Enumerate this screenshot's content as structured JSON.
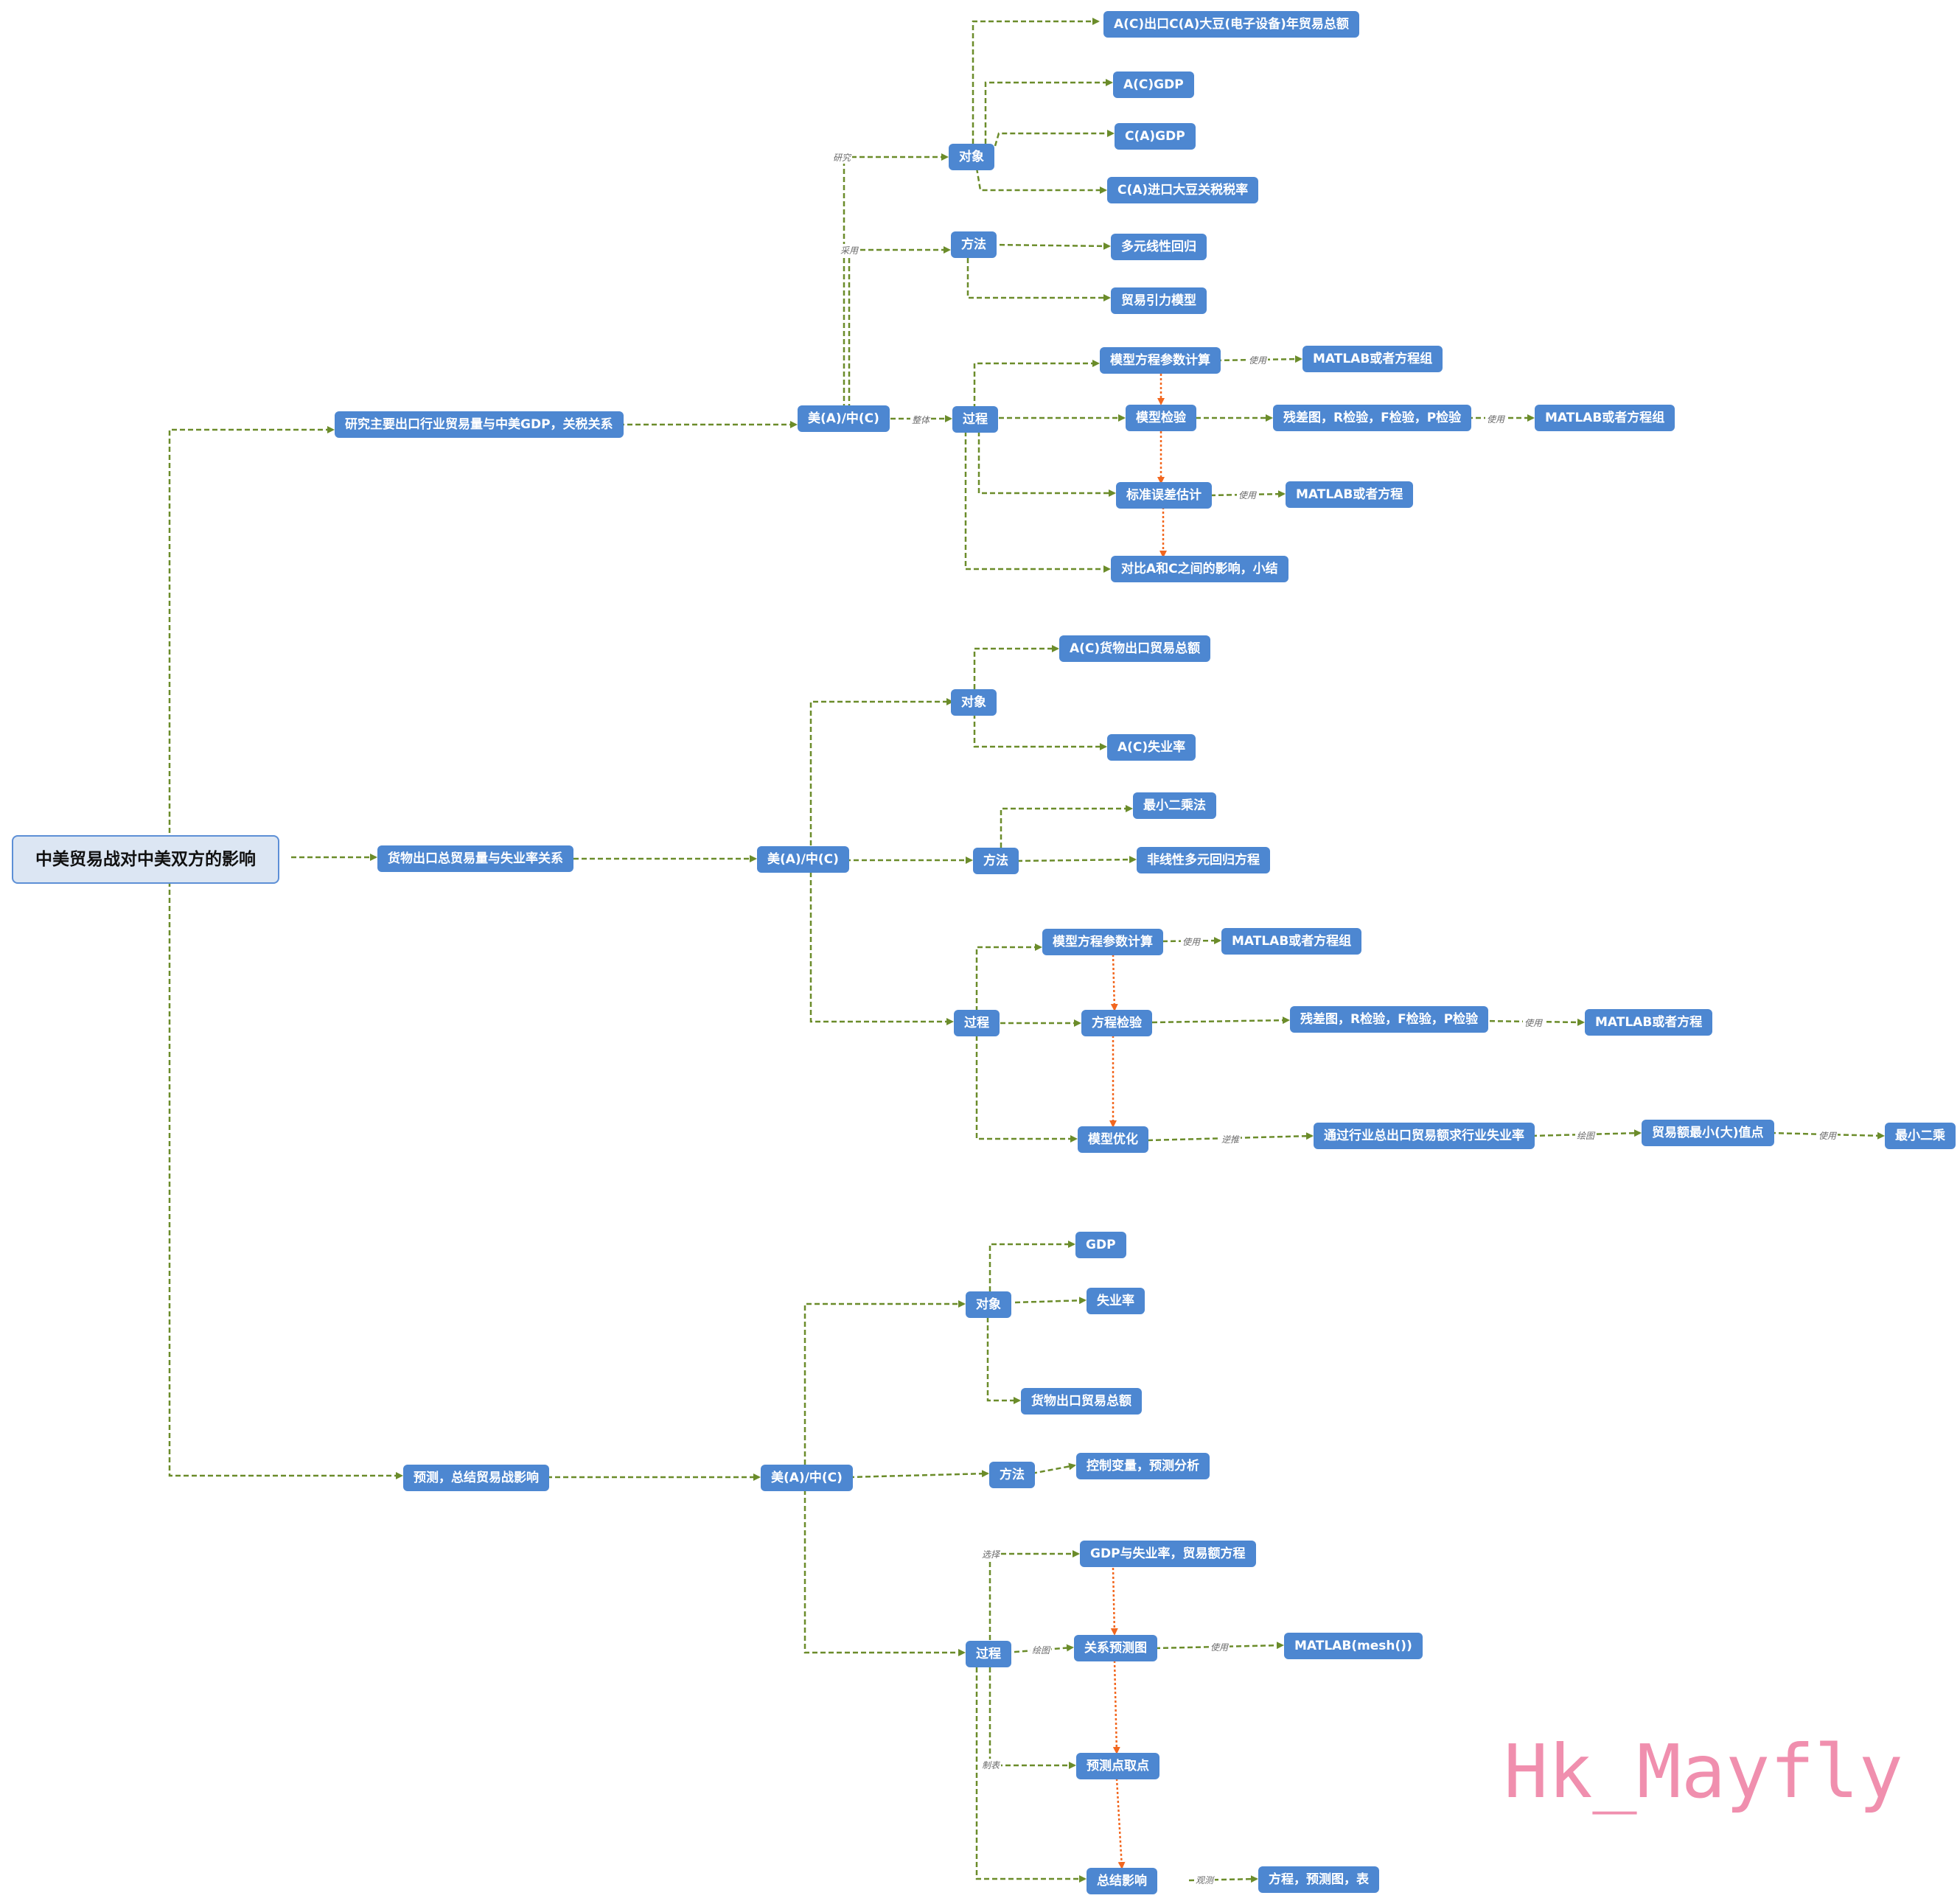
{
  "root": "中美贸易战对中美双方的影响",
  "branch1": {
    "title": "研究主要出口行业贸易量与中美GDP，关税关系",
    "hub": "美(A)/中(C)",
    "object": {
      "label": "对象",
      "items": [
        "A(C)出口C(A)大豆(电子设备)年贸易总额",
        "A(C)GDP",
        "C(A)GDP",
        "C(A)进口大豆关税税率"
      ]
    },
    "method": {
      "label": "方法",
      "items": [
        "多元线性回归",
        "贸易引力模型"
      ]
    },
    "process": {
      "label": "过程",
      "steps": [
        "模型方程参数计算",
        "模型检验",
        "标准误差估计",
        "对比A和C之间的影响，小结"
      ],
      "tool1": "MATLAB或者方程组",
      "tests": "残差图，R检验，F检验，P检验",
      "tool2": "MATLAB或者方程组",
      "tool3": "MATLAB或者方程"
    },
    "edge_labels": {
      "study": "研究",
      "use": "采用",
      "whole": "整体",
      "apply1": "使用",
      "apply2": "使用",
      "apply3": "使用"
    }
  },
  "branch2": {
    "title": "货物出口总贸易量与失业率关系",
    "hub": "美(A)/中(C)",
    "object": {
      "label": "对象",
      "items": [
        "A(C)货物出口贸易总额",
        "A(C)失业率"
      ]
    },
    "method": {
      "label": "方法",
      "items": [
        "最小二乘法",
        "非线性多元回归方程"
      ]
    },
    "process": {
      "label": "过程",
      "steps": [
        "模型方程参数计算",
        "方程检验",
        "模型优化"
      ],
      "tool1": "MATLAB或者方程组",
      "tests": "残差图，R检验，F检验，P检验",
      "tool2": "MATLAB或者方程",
      "reverse": "通过行业总出口贸易额求行业失业率",
      "extreme": "贸易额最小(大)值点",
      "least": "最小二乘"
    },
    "edge_labels": {
      "apply1": "使用",
      "apply2": "使用",
      "reverse": "逆推",
      "plot": "绘图",
      "apply3": "使用"
    }
  },
  "branch3": {
    "title": "预测，总结贸易战影响",
    "hub": "美(A)/中(C)",
    "object": {
      "label": "对象",
      "items": [
        "GDP",
        "失业率",
        "货物出口贸易总额"
      ]
    },
    "method": {
      "label": "方法",
      "items": [
        "控制变量，预测分析"
      ]
    },
    "process": {
      "label": "过程",
      "steps": [
        "GDP与失业率，贸易额方程",
        "关系预测图",
        "预测点取点",
        "总结影响"
      ],
      "tool": "MATLAB(mesh())",
      "output": "方程，预测图，表"
    },
    "edge_labels": {
      "select": "选择",
      "plot": "绘图",
      "draw": "制表",
      "apply": "使用",
      "view": "观测"
    }
  },
  "watermark": "Hk_Mayfly",
  "colors": {
    "node": "#4d87d1",
    "root_fill": "#dce6f3",
    "connector": "#6b8c2a",
    "flow": "#f2671f",
    "watermark": "#f08fae"
  }
}
